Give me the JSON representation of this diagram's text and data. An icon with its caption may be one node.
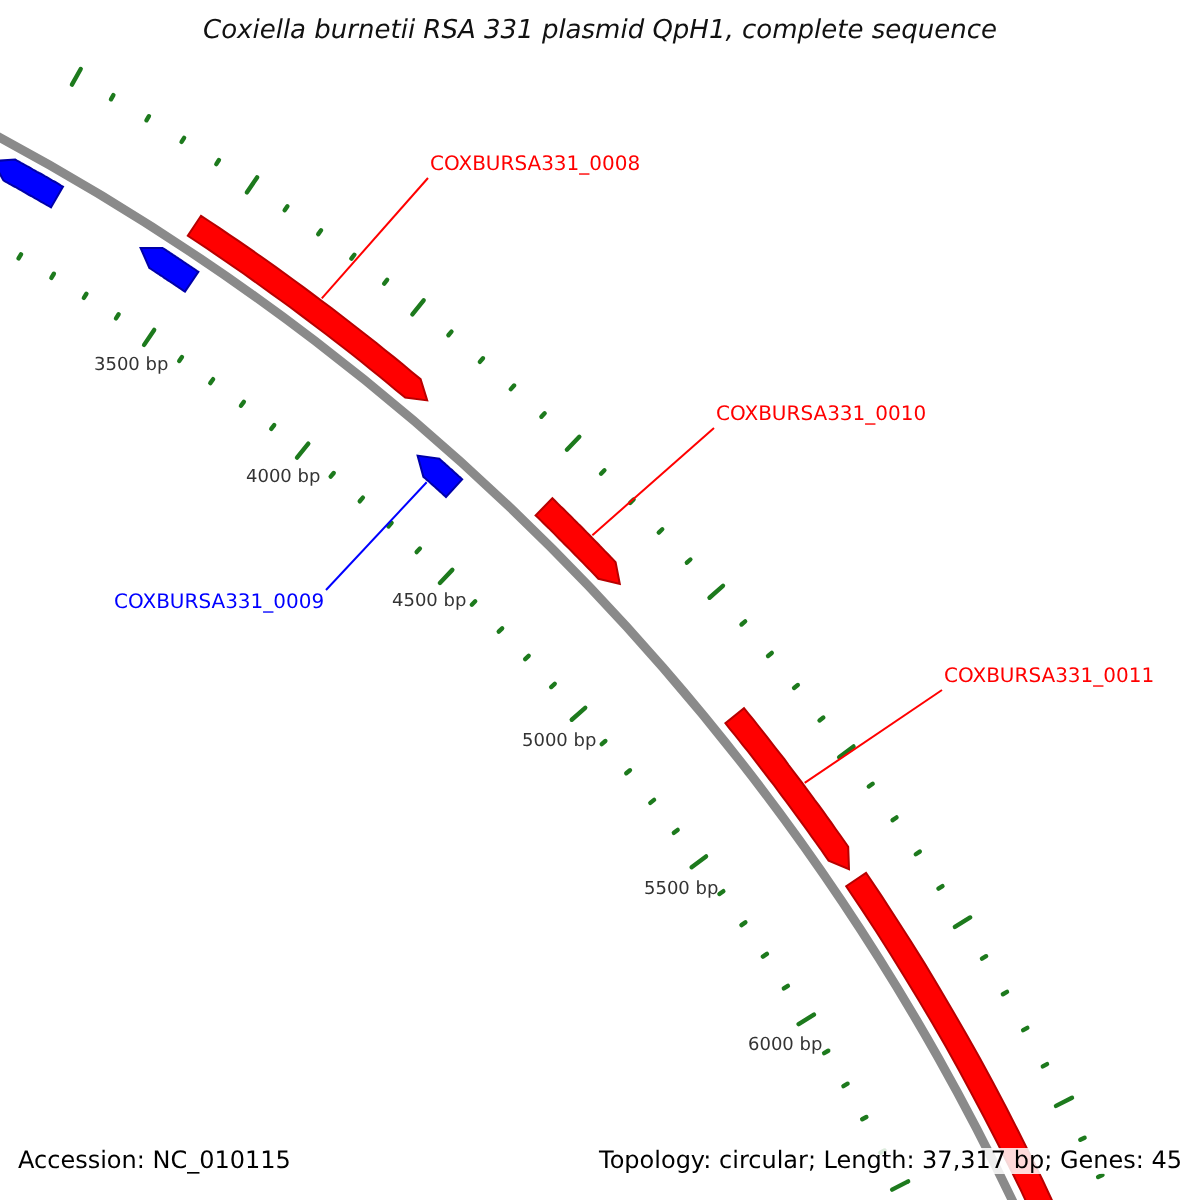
{
  "diagram": {
    "title": "Coxiella burnetii RSA 331 plasmid QpH1, complete sequence",
    "nodes": [
      {
        "text": [
          "COXBURSA331_0008"
        ]
      },
      {
        "text": [],
        "shape": "bar"
      },
      {
        "text": [
          "COXBURSA331_0010"
        ]
      },
      {
        "text": [],
        "shape": "bar"
      },
      {
        "text": [
          "COXBURSA331_0009"
        ]
      },
      {
        "text": [],
        "shape": "bar"
      },
      {
        "text": [
          "COXBURSA331_0011"
        ]
      },
      {
        "text": [],
        "shape": "bar"
      }
    ],
    "edges": [
      {
        "from": 0,
        "to": 1,
        "arrow": "none"
      },
      {
        "from": 2,
        "to": 3,
        "arrow": "none"
      },
      {
        "from": 4,
        "to": 5,
        "arrow": "none",
        "color": "#0000ff"
      },
      {
        "from": 6,
        "to": 7,
        "arrow": "none"
      }
    ],
    "labels": [
      "3500 bp",
      "4000 bp",
      "4500 bp",
      "5000 bp",
      "5500 bp",
      "6000 bp",
      "Accession: NC_010115",
      "Topology: circular; Length: 37,317 bp; Genes: 45"
    ]
  }
}
